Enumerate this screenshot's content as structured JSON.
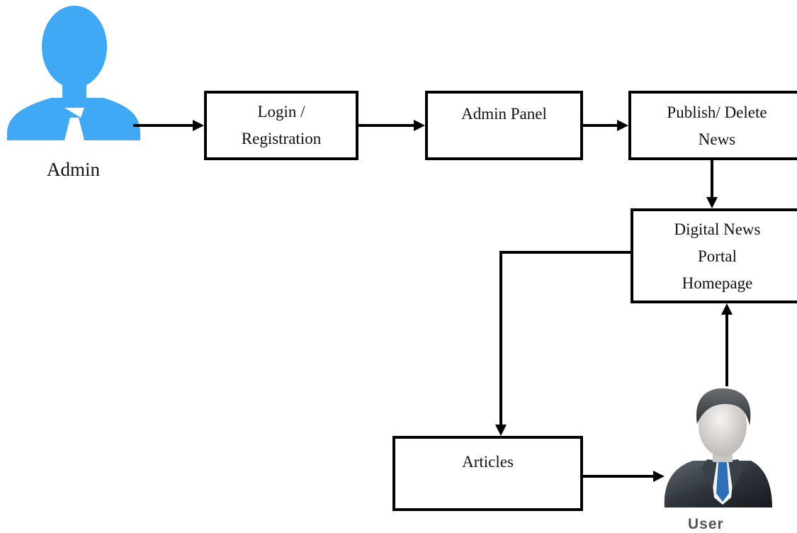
{
  "nodes": {
    "login": {
      "line1": "Login /",
      "line2": "Registration"
    },
    "admin_panel": {
      "line1": "Admin Panel"
    },
    "publish": {
      "line1": "Publish/ Delete",
      "line2": "News"
    },
    "portal": {
      "line1": "Digital News",
      "line2": "Portal",
      "line3": "Homepage"
    },
    "articles": {
      "line1": "Articles"
    }
  },
  "actors": {
    "admin": {
      "label": "Admin",
      "icon": "admin-person-icon",
      "color": "#3fa9f5"
    },
    "user": {
      "label": "User",
      "icon": "user-businessman-icon"
    }
  },
  "colors": {
    "box_border": "#000000",
    "arrow": "#000000",
    "admin_icon": "#3fa9f5"
  }
}
